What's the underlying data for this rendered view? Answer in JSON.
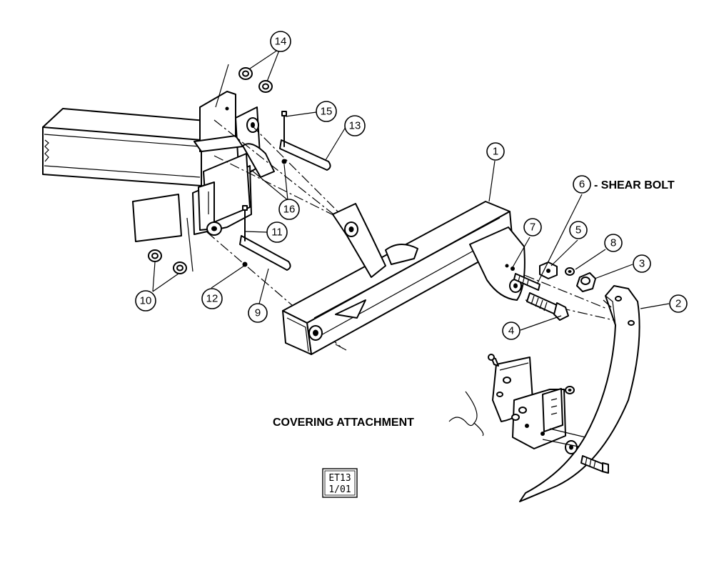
{
  "callouts": {
    "c1": "1",
    "c2": "2",
    "c3": "3",
    "c4": "4",
    "c5": "5",
    "c6": "6",
    "c7": "7",
    "c8": "8",
    "c9": "9",
    "c10": "10",
    "c11": "11",
    "c12": "12",
    "c13": "13",
    "c14": "14",
    "c15": "15",
    "c16": "16"
  },
  "notes": {
    "shear_bolt": "- SHEAR BOLT",
    "covering_attachment": "COVERING ATTACHMENT"
  },
  "stamp": {
    "line1": "ET13",
    "line2": "1/01"
  }
}
